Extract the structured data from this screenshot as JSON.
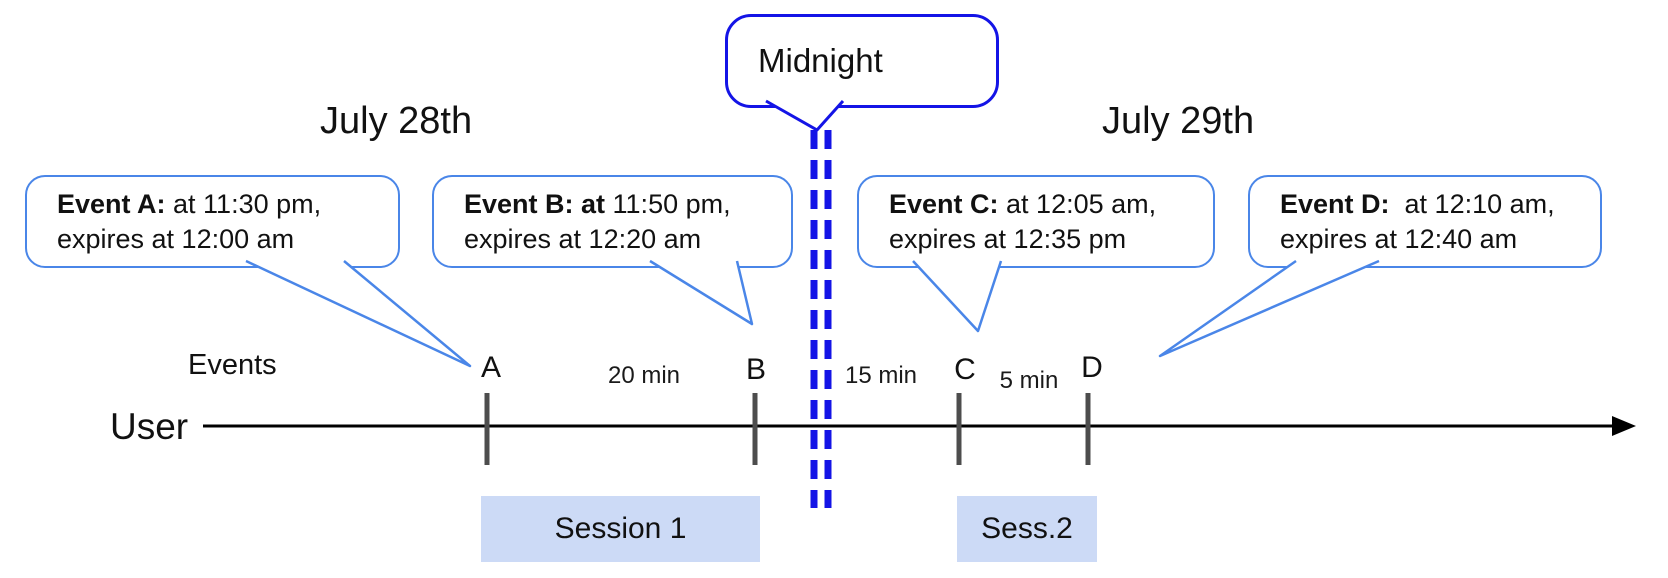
{
  "dates": {
    "left": "July 28th",
    "right": "July 29th"
  },
  "midnight": {
    "label": "Midnight"
  },
  "axis": {
    "events_label": "Events",
    "user_label": "User"
  },
  "bubbles": [
    {
      "id": "A",
      "bold": "Event A:",
      "rest": " at 11:30 pm,",
      "line2": "expires at 12:00 am"
    },
    {
      "id": "B",
      "bold": "Event B: at",
      "rest": " 11:50 pm,",
      "line2": "expires at 12:20 am"
    },
    {
      "id": "C",
      "bold": "Event C:",
      "rest": " at 12:05 am,",
      "line2": "expires at 12:35 pm"
    },
    {
      "id": "D",
      "bold": "Event D:",
      "rest": "  at 12:10 am,",
      "line2": "expires at 12:40 am"
    }
  ],
  "ticks": [
    {
      "label": "A"
    },
    {
      "label": "B"
    },
    {
      "label": "C"
    },
    {
      "label": "D"
    }
  ],
  "intervals": [
    {
      "label": "20 min"
    },
    {
      "label": "15 min"
    },
    {
      "label": "5 min"
    }
  ],
  "sessions": [
    {
      "label": "Session 1"
    },
    {
      "label": "Sess.2"
    }
  ],
  "colors": {
    "event_bubble_border": "#4a86e8",
    "midnight_blue": "#1414e6",
    "session_fill": "#ccdaf6",
    "tick_gray": "#4d4d4d",
    "timeline_black": "#000000"
  }
}
